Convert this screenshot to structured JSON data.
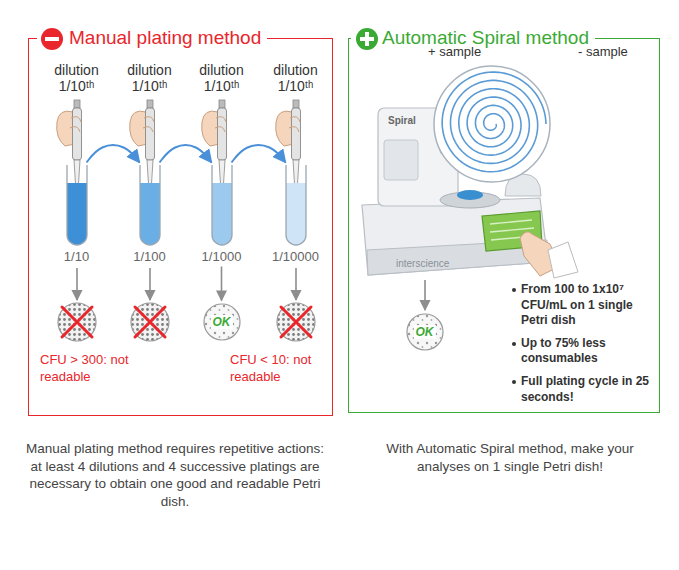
{
  "diagram": {
    "nodes": [
      {
        "text": [
          "Manual plating method"
        ]
      },
      {
        "text": [
          "dilution 1/10ᵗʰ",
          "1/10"
        ],
        "in": 0
      },
      {
        "text": [
          "dilution 1/10ᵗʰ",
          "1/100"
        ],
        "in": 0
      },
      {
        "text": [
          "dilution 1/10ᵗʰ",
          "1/1000"
        ],
        "in": 0
      },
      {
        "text": [
          "dilution 1/10ᵗʰ",
          "1/10000"
        ],
        "in": 0
      },
      {
        "text": [
          "OK"
        ],
        "in": 0
      },
      {
        "text": [
          "Automatic Spiral method"
        ]
      },
      {
        "text": [
          "OK"
        ],
        "in": 6
      }
    ],
    "edges": [
      {
        "from": 1,
        "to": 2,
        "arrow": "to"
      },
      {
        "from": 2,
        "to": 3,
        "arrow": "to"
      },
      {
        "from": 3,
        "to": 4,
        "arrow": "to"
      },
      {
        "from": 3,
        "to": 5,
        "arrow": "to"
      }
    ],
    "labels": [
      "CFU > 300: not readable",
      "CFU < 10: not readable",
      "+ sample",
      "- sample",
      "Spiral",
      "interscience",
      "From 100 to 1x10⁷ CFU/mL on 1 single Petri dish",
      "Up to 75% less consumables",
      "Full plating cycle in 25 seconds!",
      "Manual plating method requires repetitive actions: at least 4 dilutions and 4 successive platings are necessary to obtain one good and readable Petri dish.",
      "With Automatic Spiral method, make your analyses on 1 single Petri dish!"
    ]
  }
}
